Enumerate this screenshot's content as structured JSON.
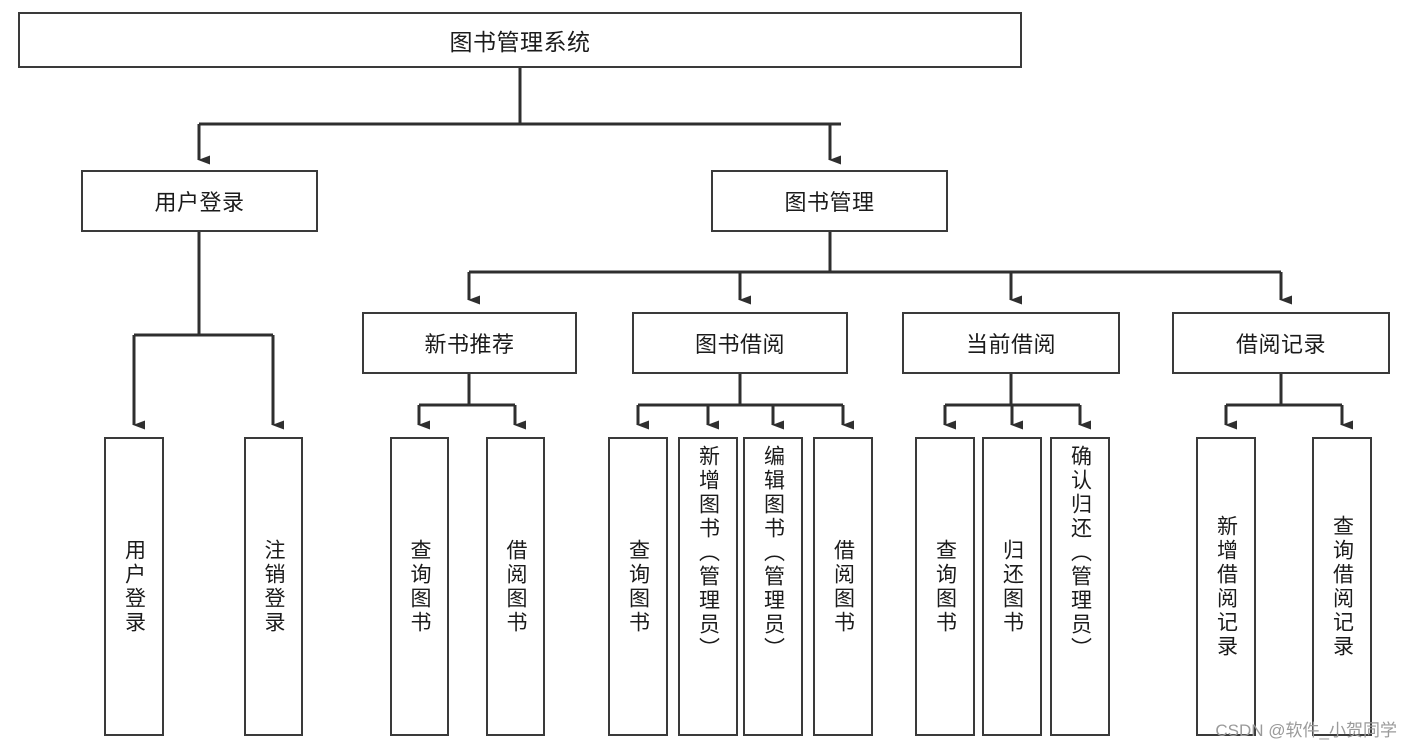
{
  "diagram": {
    "type": "tree-hierarchy",
    "title": "图书管理系统",
    "orientation": "top-down",
    "colors": {
      "background": "#ffffff",
      "box_border": "#3a3a3a",
      "box_fill": "#ffffff",
      "text": "#1b1b1b",
      "connector": "#2f2f2f",
      "watermark": "#9a9a9a"
    },
    "watermark": "CSDN @软件_小贺同学",
    "root": {
      "label": "图书管理系统"
    },
    "level2": [
      {
        "label": "用户登录"
      },
      {
        "label": "图书管理"
      }
    ],
    "level3": [
      {
        "label": "新书推荐"
      },
      {
        "label": "图书借阅"
      },
      {
        "label": "当前借阅"
      },
      {
        "label": "借阅记录"
      }
    ],
    "leaves": {
      "user_login": [
        {
          "label": "用户登录"
        },
        {
          "label": "注销登录"
        }
      ],
      "new_book_recommend": [
        {
          "label": "查询图书"
        },
        {
          "label": "借阅图书"
        }
      ],
      "book_borrow": [
        {
          "label": "查询图书"
        },
        {
          "label": "新增图书（管理员）"
        },
        {
          "label": "编辑图书（管理员）"
        },
        {
          "label": "借阅图书"
        }
      ],
      "current_borrow": [
        {
          "label": "查询图书"
        },
        {
          "label": "归还图书"
        },
        {
          "label": "确认归还（管理员）"
        }
      ],
      "borrow_record": [
        {
          "label": "新增借阅记录"
        },
        {
          "label": "查询借阅记录"
        }
      ]
    }
  }
}
